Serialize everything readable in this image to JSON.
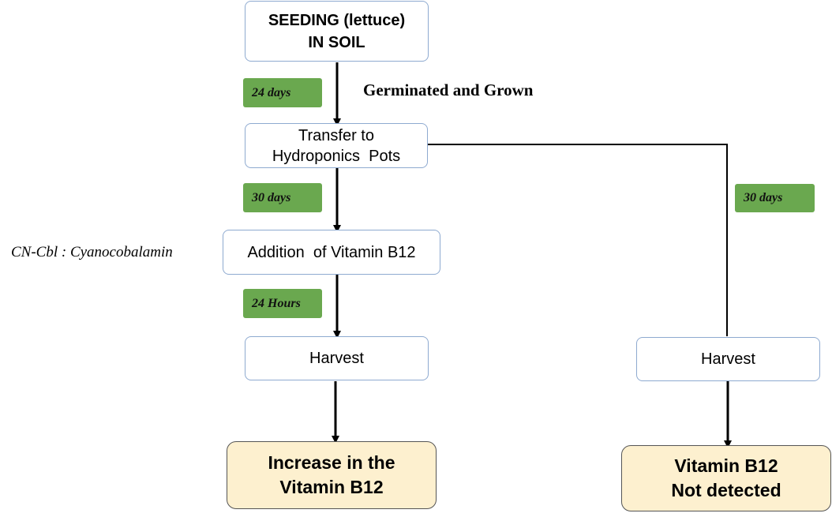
{
  "boxes": {
    "seeding": [
      "SEEDING (lettuce)",
      "IN SOIL"
    ],
    "transfer": [
      "Transfer to",
      "Hydroponics  Pots"
    ],
    "addition": "Addition  of Vitamin B12",
    "harvest_left": "Harvest",
    "harvest_right": "Harvest",
    "result_left": [
      "Increase in the",
      "Vitamin B12"
    ],
    "result_right": [
      "Vitamin B12",
      "Not detected"
    ]
  },
  "tags": {
    "germination": "24 days",
    "growth_left": "30 days",
    "growth_right": "30 days",
    "exposure": "24 Hours"
  },
  "notes": {
    "germinated": "Germinated and Grown",
    "cncbl": "CN-Cbl : Cyanocobalamin"
  },
  "colors": {
    "box_border": "#8eaad0",
    "result_fill": "#fdf0cf",
    "tag_fill": "#6aa84f",
    "line": "#000000"
  }
}
